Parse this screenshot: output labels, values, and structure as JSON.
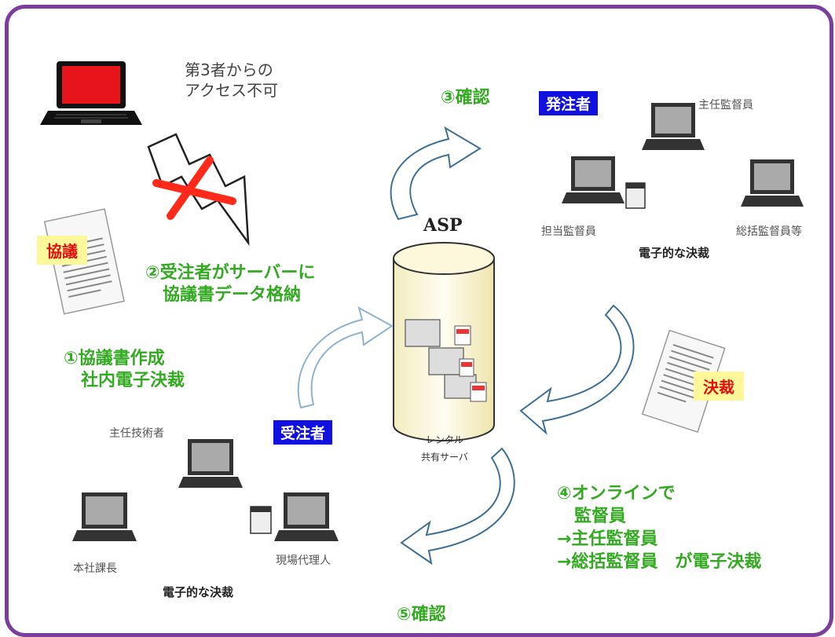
{
  "note_third_party": "第3者からの\nアクセス不可",
  "label_kyogi": "協議",
  "label_kessai": "決裁",
  "step1": "①協議書作成\n　社内電子決裁",
  "step2": "②受注者がサーバーに\n　協議書データ格納",
  "step3": "③確認",
  "step4": "④オンラインで\n　監督員\n→主任監督員\n→総括監督員　が電子決裁",
  "step5": "⑤確認",
  "orderer_panel": {
    "badge": "発注者",
    "role_top": "主任監督員",
    "role_left": "担当監督員",
    "role_right": "総括監督員等",
    "caption": "電子的な決裁"
  },
  "contractor_panel": {
    "badge": "受注者",
    "role_top": "主任技術者",
    "role_left": "本社課長",
    "role_right": "現場代理人",
    "caption": "電子的な決裁"
  },
  "server": {
    "title": "ASP",
    "label": "レンタル\n共有サーバ"
  },
  "colors": {
    "frame": "#7a3e9d",
    "green_text": "#33aa22",
    "badge_blue": "#1011e0",
    "highlight_yellow": "#fff89a",
    "laptop_screen_red": "#e8141b"
  }
}
